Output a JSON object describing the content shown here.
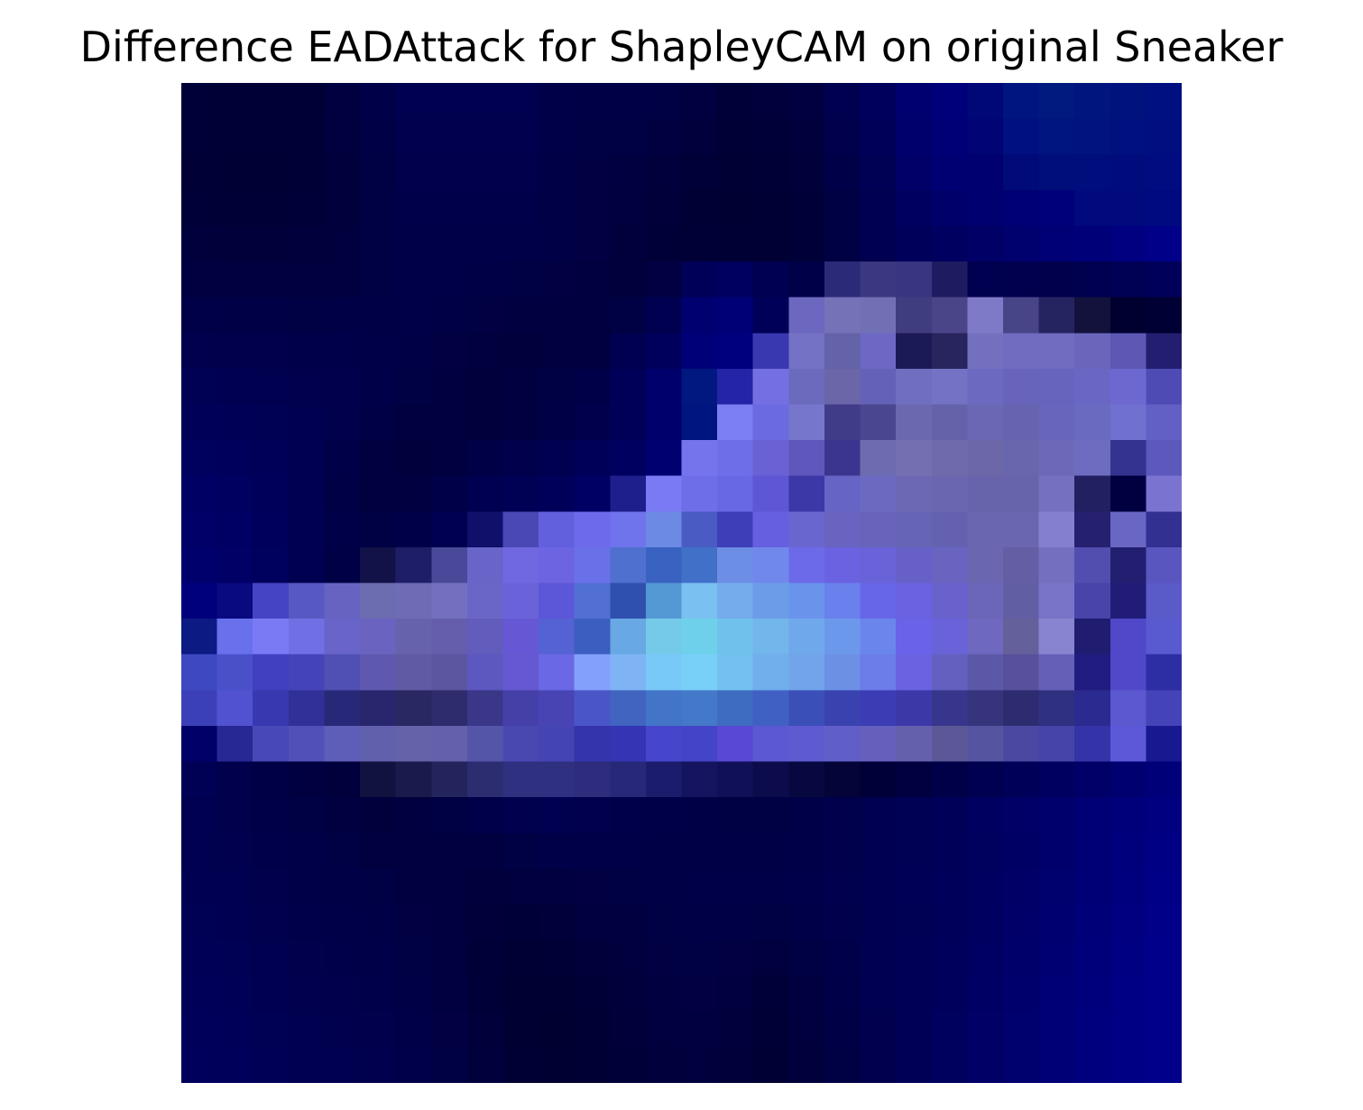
{
  "chart_data": {
    "type": "heatmap",
    "title": "Difference EADAttack for ShapleyCAM on original Sneaker",
    "xlabel": "",
    "ylabel": "",
    "axes_visible": false,
    "grid": false,
    "legend": "none",
    "shape": [
      28,
      28
    ],
    "colors": {
      "background": "#000040",
      "base_top_right": "#001a80",
      "base_bottom_right": "#00088a",
      "shoe_body": "#6a68c0",
      "shoe_highlight": "#6ed0ea",
      "sole": "#4848c8"
    },
    "cells": [
      [
        "#000038",
        "#000036",
        "#000036",
        "#000036",
        "#000040",
        "#000048",
        "#000050",
        "#000050",
        "#000050",
        "#000050",
        "#000048",
        "#000046",
        "#000046",
        "#000044",
        "#000040",
        "#000038",
        "#00003c",
        "#000040",
        "#000050",
        "#00005c",
        "#000070",
        "#00007a",
        "#000878",
        "#001580",
        "#001a80",
        "#00167e",
        "#00127e",
        "#001080"
      ],
      [
        "#000038",
        "#000036",
        "#000036",
        "#000036",
        "#00003e",
        "#000046",
        "#00004e",
        "#00004e",
        "#00004e",
        "#00004e",
        "#000048",
        "#000044",
        "#000044",
        "#000040",
        "#00003c",
        "#000036",
        "#000038",
        "#00003c",
        "#00004c",
        "#000058",
        "#00006c",
        "#000076",
        "#000474",
        "#001080",
        "#001580",
        "#00137e",
        "#00107e",
        "#000e80"
      ],
      [
        "#000036",
        "#000034",
        "#000034",
        "#000036",
        "#00003c",
        "#000044",
        "#00004c",
        "#00004c",
        "#00004c",
        "#00004c",
        "#000046",
        "#000042",
        "#000040",
        "#00003c",
        "#000038",
        "#000034",
        "#000036",
        "#00003a",
        "#000048",
        "#000054",
        "#000068",
        "#000072",
        "#000070",
        "#000a78",
        "#000e7c",
        "#000d7c",
        "#000c7c",
        "#000c80"
      ],
      [
        "#000038",
        "#000036",
        "#000036",
        "#000038",
        "#00003c",
        "#000044",
        "#00004a",
        "#00004a",
        "#00004a",
        "#00004a",
        "#000046",
        "#000042",
        "#00003e",
        "#00003a",
        "#000034",
        "#000032",
        "#000034",
        "#000038",
        "#000044",
        "#000050",
        "#000060",
        "#00006a",
        "#000070",
        "#000074",
        "#00007a",
        "#000a7c",
        "#000a7c",
        "#000a80"
      ],
      [
        "#00003c",
        "#00003a",
        "#00003a",
        "#00003c",
        "#00003e",
        "#000044",
        "#000048",
        "#000048",
        "#000048",
        "#000048",
        "#000046",
        "#000042",
        "#00003c",
        "#000038",
        "#000036",
        "#000034",
        "#000034",
        "#000038",
        "#000044",
        "#000050",
        "#00005a",
        "#000060",
        "#000066",
        "#00006e",
        "#000074",
        "#000078",
        "#000080",
        "#000088"
      ],
      [
        "#000040",
        "#00003e",
        "#00003e",
        "#00003e",
        "#000040",
        "#000044",
        "#000048",
        "#000048",
        "#000046",
        "#000044",
        "#000042",
        "#00003e",
        "#00003c",
        "#000042",
        "#000058",
        "#000060",
        "#000050",
        "#000048",
        "#2a2a78",
        "#3a3880",
        "#383680",
        "#1e1c60",
        "#000050",
        "#00004e",
        "#00004c",
        "#000050",
        "#000054",
        "#00005a"
      ],
      [
        "#000048",
        "#000046",
        "#000046",
        "#000044",
        "#000046",
        "#000046",
        "#000048",
        "#000046",
        "#000042",
        "#000040",
        "#000040",
        "#00003e",
        "#000044",
        "#000050",
        "#000070",
        "#000076",
        "#000058",
        "#6c68c0",
        "#7672b8",
        "#7270b4",
        "#403c80",
        "#4a4488",
        "#7e7ac8",
        "#484488",
        "#262460",
        "#12123c",
        "#000030",
        "#000034"
      ],
      [
        "#00004e",
        "#00004c",
        "#00004c",
        "#00004a",
        "#00004a",
        "#000048",
        "#000046",
        "#000042",
        "#00003e",
        "#00003c",
        "#00003e",
        "#000040",
        "#000050",
        "#00005c",
        "#000078",
        "#00007e",
        "#3a38b0",
        "#7472c4",
        "#6462a8",
        "#6c68c4",
        "#1c1a56",
        "#28245e",
        "#7470c0",
        "#706cc0",
        "#706cc0",
        "#6a66bc",
        "#5c58b4",
        "#241e70"
      ],
      [
        "#000054",
        "#000052",
        "#000050",
        "#00004e",
        "#00004c",
        "#000048",
        "#000044",
        "#000040",
        "#00003c",
        "#000040",
        "#000044",
        "#000048",
        "#000058",
        "#00006c",
        "#001880",
        "#2424a8",
        "#7470e4",
        "#6c6abc",
        "#6a66a8",
        "#6462b8",
        "#706ec0",
        "#7472c4",
        "#6c6ac0",
        "#6864bc",
        "#6664bc",
        "#6a66c4",
        "#6c68d0",
        "#4e4cb4"
      ],
      [
        "#000058",
        "#000056",
        "#000054",
        "#000050",
        "#00004c",
        "#000046",
        "#000040",
        "#00003e",
        "#00003c",
        "#000040",
        "#000046",
        "#00004c",
        "#000058",
        "#00006c",
        "#001580",
        "#7c7ef4",
        "#6c6ae0",
        "#7676cc",
        "#403c88",
        "#4a4690",
        "#6c68b0",
        "#6462a8",
        "#6a68b4",
        "#6664b0",
        "#6866bc",
        "#6a6ac0",
        "#7070d0",
        "#6260c4"
      ],
      [
        "#00005e",
        "#00005c",
        "#000058",
        "#000050",
        "#000048",
        "#000040",
        "#00003c",
        "#000040",
        "#000046",
        "#00004c",
        "#000050",
        "#000058",
        "#000060",
        "#000070",
        "#7674ec",
        "#6e6ee8",
        "#6a62d4",
        "#5e58bc",
        "#3a3690",
        "#6e6cb0",
        "#7470b0",
        "#6e6aac",
        "#6c68a8",
        "#6866ac",
        "#6c6ab8",
        "#6e6cc0",
        "#343490",
        "#5c58bc"
      ],
      [
        "#000064",
        "#000060",
        "#00005a",
        "#000050",
        "#000046",
        "#00003e",
        "#000040",
        "#000048",
        "#000050",
        "#000054",
        "#00005a",
        "#000064",
        "#1e1e8c",
        "#7a7af4",
        "#6e6ee8",
        "#6868e4",
        "#5e56d4",
        "#3c38a8",
        "#6664c4",
        "#6c6ac0",
        "#6c68b4",
        "#6a66b0",
        "#6864ac",
        "#6864ac",
        "#7670c0",
        "#222060",
        "#000040",
        "#7a74d0"
      ],
      [
        "#000068",
        "#000064",
        "#00005c",
        "#000050",
        "#000048",
        "#000044",
        "#000048",
        "#000050",
        "#10106a",
        "#4a48b4",
        "#6260dc",
        "#6e6aec",
        "#7074ec",
        "#6c8ae4",
        "#4a5cc4",
        "#3e3eb8",
        "#6660e0",
        "#6a66d0",
        "#6864c0",
        "#6864bc",
        "#6664b4",
        "#6462b0",
        "#6a66b0",
        "#6a66b0",
        "#8480d0",
        "#262070",
        "#6a66c4",
        "#323090"
      ],
      [
        "#00006c",
        "#000066",
        "#00005e",
        "#000050",
        "#000046",
        "#121248",
        "#1e1e68",
        "#4a4898",
        "#6864c8",
        "#7068e0",
        "#6c64e0",
        "#6a70e8",
        "#5070d0",
        "#3a62c0",
        "#4070c8",
        "#6c8ee4",
        "#7088ec",
        "#6c6ae8",
        "#6a62e0",
        "#6a62d8",
        "#6660c8",
        "#6864c0",
        "#6a66b0",
        "#645ea4",
        "#7470c0",
        "#524eb0",
        "#221e70",
        "#5a56c0"
      ],
      [
        "#00007c",
        "#0a0a80",
        "#4444c4",
        "#5858c4",
        "#6664c0",
        "#6c6cb0",
        "#6e6cb4",
        "#7470c0",
        "#6a66c8",
        "#6a62d8",
        "#5c56d8",
        "#5270d4",
        "#3050b0",
        "#5498d4",
        "#7ac0f0",
        "#74acec",
        "#6c9ce8",
        "#6a94ec",
        "#6a80ec",
        "#6866e8",
        "#6a62e0",
        "#6a62cc",
        "#6a66b8",
        "#625ea4",
        "#7a74c8",
        "#4844a8",
        "#201c78",
        "#5a5ac8"
      ],
      [
        "#0c1a84",
        "#6870ec",
        "#7a7af4",
        "#7070e4",
        "#6864c8",
        "#6a64c0",
        "#6662ac",
        "#645eac",
        "#625cbc",
        "#6658d4",
        "#5462d4",
        "#3c5ec0",
        "#68a8e4",
        "#74cae8",
        "#6ed0ea",
        "#70c2ec",
        "#72b6ec",
        "#70a8ec",
        "#6c98ec",
        "#6a86ec",
        "#6a62e8",
        "#6a62d8",
        "#6e68c0",
        "#64609c",
        "#8884d0",
        "#201c70",
        "#5048c8",
        "#5a5ad0"
      ],
      [
        "#3e48c0",
        "#4a50c8",
        "#4040c0",
        "#4444b8",
        "#5050b4",
        "#5e58b0",
        "#605aa4",
        "#5c56a0",
        "#5c58c0",
        "#6658d0",
        "#6a68e4",
        "#82a0fc",
        "#7eb4f4",
        "#78c8f8",
        "#78d0f8",
        "#74c0f0",
        "#70aeec",
        "#72a4ec",
        "#6c90e4",
        "#6c7ce8",
        "#6a62e0",
        "#6460c0",
        "#5c58a8",
        "#58509c",
        "#6460b8",
        "#201c80",
        "#5048c8",
        "#2e2ea4"
      ],
      [
        "#3c40b8",
        "#5052d0",
        "#3838b0",
        "#303098",
        "#282878",
        "#28266c",
        "#2a2862",
        "#2e2c6c",
        "#3a3688",
        "#4440a8",
        "#4844b4",
        "#4a56c8",
        "#4064c0",
        "#4274c8",
        "#4478c8",
        "#3e6cc0",
        "#4060c4",
        "#3a50b8",
        "#3a42b0",
        "#3c3cb4",
        "#3c38a8",
        "#38368c",
        "#36347c",
        "#2e2c70",
        "#303080",
        "#2a2a90",
        "#5c58d0",
        "#4444b8"
      ],
      [
        "#000068",
        "#282894",
        "#4848b8",
        "#5050b8",
        "#5e5eb8",
        "#6060ac",
        "#6462a8",
        "#6460ac",
        "#5454a8",
        "#4848b0",
        "#4444b4",
        "#3434ac",
        "#3434b4",
        "#4646cc",
        "#4444c8",
        "#5848d4",
        "#5c58d4",
        "#5e5ad0",
        "#605ec8",
        "#6460bc",
        "#6460ac",
        "#5c5898",
        "#5454a0",
        "#4a48a0",
        "#4644a8",
        "#3434a8",
        "#5c58d8",
        "#181890"
      ],
      [
        "#000054",
        "#00004c",
        "#000046",
        "#000040",
        "#00003c",
        "#121240",
        "#1a1a4c",
        "#24245c",
        "#2c2c70",
        "#303080",
        "#303080",
        "#2e2c7c",
        "#282878",
        "#1c1c6c",
        "#141460",
        "#101058",
        "#0c0c4c",
        "#080840",
        "#040438",
        "#000038",
        "#000040",
        "#000048",
        "#000050",
        "#000058",
        "#000060",
        "#000068",
        "#000070",
        "#000078"
      ],
      [
        "#000050",
        "#00004c",
        "#000048",
        "#000044",
        "#000040",
        "#00003c",
        "#000040",
        "#000044",
        "#00004a",
        "#00004e",
        "#000050",
        "#00004e",
        "#00004a",
        "#000048",
        "#000046",
        "#000044",
        "#000044",
        "#000048",
        "#00004c",
        "#000050",
        "#000054",
        "#000058",
        "#000060",
        "#000066",
        "#00006c",
        "#000074",
        "#00007a",
        "#000080"
      ],
      [
        "#000050",
        "#00004e",
        "#00004a",
        "#000048",
        "#000044",
        "#000040",
        "#00003e",
        "#00003e",
        "#000040",
        "#000044",
        "#000048",
        "#000048",
        "#000048",
        "#000046",
        "#000046",
        "#000046",
        "#000046",
        "#000048",
        "#00004c",
        "#000050",
        "#000054",
        "#000058",
        "#00005e",
        "#000064",
        "#00006c",
        "#000074",
        "#00007c",
        "#000084"
      ],
      [
        "#000052",
        "#000050",
        "#00004c",
        "#000048",
        "#000046",
        "#000044",
        "#000040",
        "#00003e",
        "#00003c",
        "#00003e",
        "#000040",
        "#000042",
        "#000044",
        "#000046",
        "#000048",
        "#000048",
        "#000048",
        "#00004a",
        "#00004e",
        "#000052",
        "#000056",
        "#00005a",
        "#000060",
        "#000066",
        "#00006e",
        "#000076",
        "#00007e",
        "#000086"
      ],
      [
        "#000054",
        "#000052",
        "#00004e",
        "#00004a",
        "#000048",
        "#000046",
        "#000042",
        "#00003e",
        "#00003a",
        "#000038",
        "#00003a",
        "#00003e",
        "#000040",
        "#000044",
        "#000046",
        "#000046",
        "#000044",
        "#000048",
        "#00004c",
        "#000050",
        "#000054",
        "#00005a",
        "#000060",
        "#000068",
        "#000070",
        "#000078",
        "#000080",
        "#000088"
      ],
      [
        "#000056",
        "#000054",
        "#000050",
        "#00004c",
        "#00004a",
        "#000048",
        "#000044",
        "#00003e",
        "#000038",
        "#000034",
        "#000036",
        "#00003a",
        "#00003e",
        "#000042",
        "#000044",
        "#000042",
        "#00003e",
        "#000044",
        "#00004a",
        "#000050",
        "#000056",
        "#00005c",
        "#000062",
        "#00006a",
        "#000072",
        "#00007a",
        "#000082",
        "#00008a"
      ],
      [
        "#000058",
        "#000056",
        "#000052",
        "#00004e",
        "#00004c",
        "#00004a",
        "#000046",
        "#000040",
        "#000038",
        "#000032",
        "#000032",
        "#000036",
        "#00003c",
        "#000040",
        "#000042",
        "#00003e",
        "#000038",
        "#000040",
        "#000048",
        "#000050",
        "#000056",
        "#00005c",
        "#000064",
        "#00006c",
        "#000074",
        "#00007c",
        "#000084",
        "#00008a"
      ],
      [
        "#00005a",
        "#000058",
        "#000054",
        "#000050",
        "#00004e",
        "#00004c",
        "#000048",
        "#000042",
        "#00003a",
        "#000032",
        "#000030",
        "#000034",
        "#00003a",
        "#00003e",
        "#000040",
        "#00003c",
        "#000036",
        "#00003e",
        "#000046",
        "#00004e",
        "#000056",
        "#00005e",
        "#000066",
        "#00006e",
        "#000076",
        "#00007e",
        "#000084",
        "#00008a"
      ],
      [
        "#00005c",
        "#00005a",
        "#000056",
        "#000052",
        "#000050",
        "#00004e",
        "#00004a",
        "#000044",
        "#00003c",
        "#000034",
        "#000032",
        "#000034",
        "#000038",
        "#00003c",
        "#00003e",
        "#00003a",
        "#000034",
        "#00003c",
        "#000044",
        "#00004e",
        "#000056",
        "#00005e",
        "#000066",
        "#00006e",
        "#000076",
        "#00007e",
        "#000084",
        "#00008a"
      ]
    ]
  }
}
